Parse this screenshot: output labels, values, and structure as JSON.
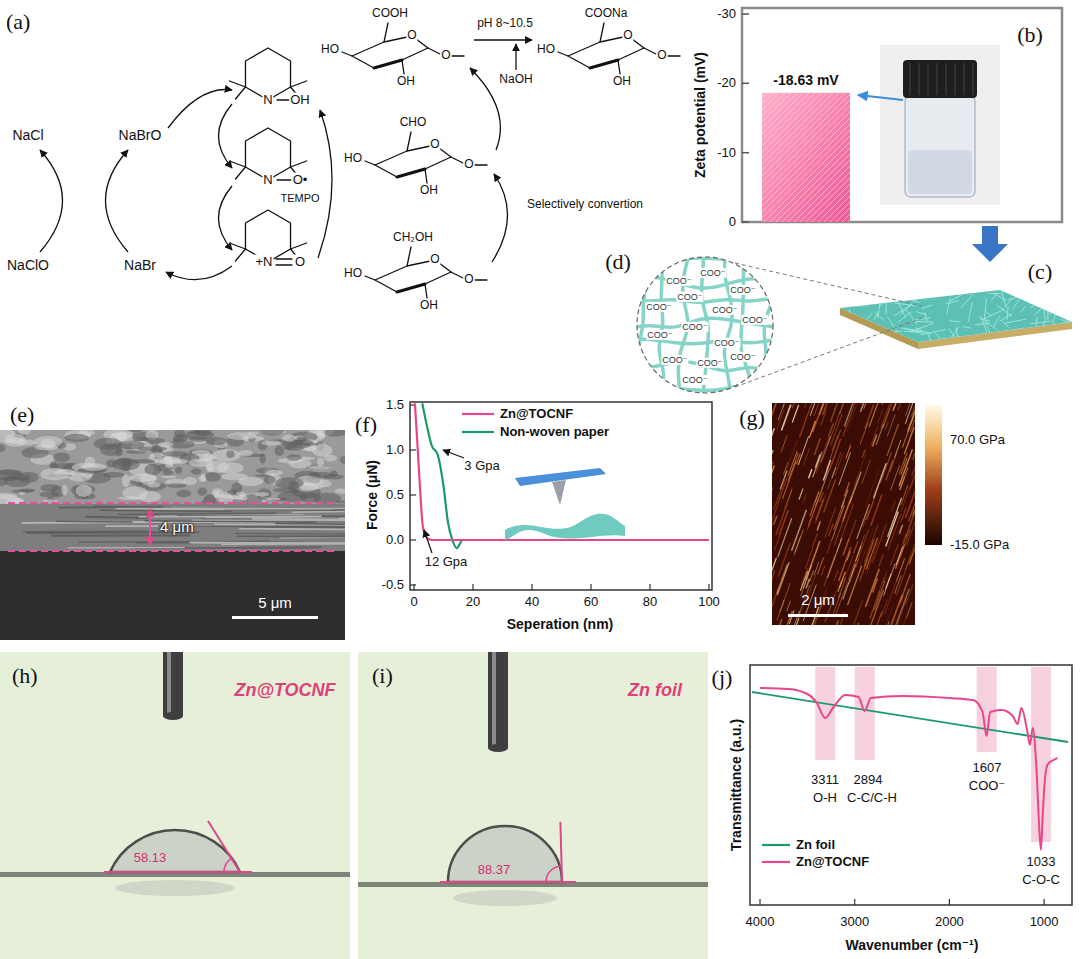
{
  "diagram": {
    "labels": [
      "(a)",
      "NaCl",
      "NaBrO",
      "NaClO",
      "NaBr",
      "N",
      "OH",
      "N",
      "O•",
      "TEMPO",
      "+N",
      "O",
      "COOH",
      "O",
      "HO",
      "O",
      "OH",
      "pH 8~10.5",
      "NaOH",
      "COONa",
      "O",
      "HO",
      "O",
      "OH",
      "CHO",
      "O",
      "HO",
      "O",
      "OH",
      "Selectively convertion",
      "CH₂OH",
      "O",
      "HO",
      "O",
      "OH",
      "(b)",
      "Zeta potential (mV)",
      "-30",
      "-20",
      "-10",
      "0",
      "-18.63 mV",
      "(c)",
      "(d)",
      "COO⁻",
      "COO⁻",
      "COO⁻",
      "COO⁻",
      "COO⁻",
      "COO⁻",
      "COO⁻",
      "COO⁻",
      "COO⁻",
      "COO⁻",
      "COO⁻",
      "COO⁻",
      "COO⁻",
      "COO⁻",
      "(e)",
      "4 μm",
      "5 μm",
      "(f)",
      "1.5",
      "1.0",
      "0.5",
      "0.0",
      "-0.5",
      "Force (μN)",
      "0",
      "20",
      "40",
      "60",
      "80",
      "100",
      "Seperation (nm)",
      "3 Gpa",
      "12 Gpa",
      "(g)",
      "70.0 GPa",
      "-15.0 GPa",
      "2 μm",
      "(h)",
      "Zn@TOCNF",
      "58.13",
      "(i)",
      "Zn foil",
      "88.37",
      "(j)",
      "Transmittance (a.u.)",
      "4000",
      "3000",
      "2000",
      "1000",
      "Wavenumber (cm⁻¹)",
      "3311",
      "O-H",
      "2894",
      "C-C/C-H",
      "1607",
      "COO⁻",
      "1033",
      "C-O-C"
    ],
    "legend": [
      {
        "text": "Zn@TOCNF"
      },
      {
        "text": "Non-woven paper"
      },
      {
        "text": "Zn foil"
      },
      {
        "text": "Zn@TOCNF"
      }
    ]
  }
}
